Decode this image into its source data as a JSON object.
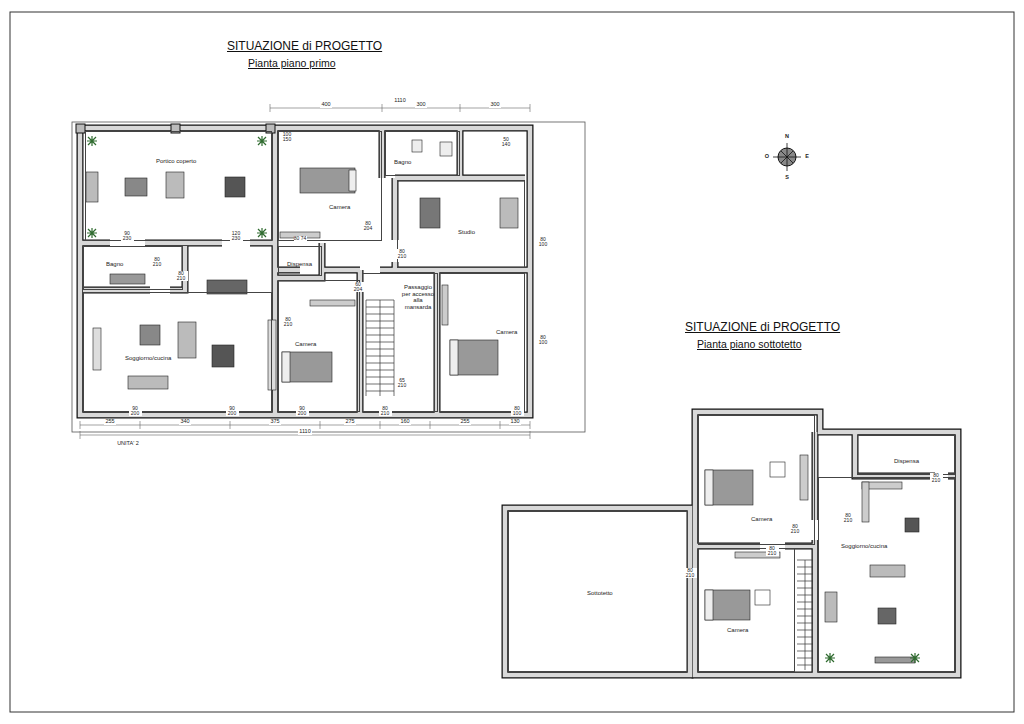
{
  "diagram": {
    "nodes": [
      {
        "text": [
          "Portico coperto"
        ]
      },
      {
        "text": [
          "Camera"
        ]
      },
      {
        "text": [
          "Bagno"
        ]
      },
      {
        "text": [
          "Studio"
        ]
      },
      {
        "text": [
          "Bagno"
        ]
      },
      {
        "text": [
          "Dispensa"
        ]
      },
      {
        "text": [
          "Soggiorno/cucina"
        ]
      },
      {
        "text": [
          "Camera"
        ]
      },
      {
        "text": [
          "Passaggio per accesso alla mansarda"
        ]
      },
      {
        "text": [
          "Camera"
        ]
      },
      {
        "text": [
          "Camera"
        ]
      },
      {
        "text": [
          "Dispensa"
        ]
      },
      {
        "text": [
          "Soggiorno/cucina"
        ]
      },
      {
        "text": [
          "Sottotetto"
        ]
      },
      {
        "text": [
          "Camera"
        ]
      }
    ],
    "labels": [
      "SITUAZIONE di PROGETTO",
      "Pianta piano primo",
      "SITUAZIONE di PROGETTO",
      "Pianta piano sottotetto",
      "N",
      "O",
      "E",
      "S",
      "1110",
      "400",
      "300",
      "300",
      "255",
      "340",
      "375",
      "275",
      "160",
      "255",
      "130",
      "1110",
      "UNITA' 2",
      "90 230",
      "120 230",
      "80 210",
      "80 210",
      "80 204",
      "80 210",
      "100 150",
      "50 140",
      "80 100",
      "80 100",
      "80 74",
      "80 210",
      "60 204",
      "65 210",
      "90 200",
      "90 200",
      "90 200",
      "80 210",
      "80 100",
      "80 210",
      "80 210",
      "80 210",
      "80 210",
      "80 210"
    ]
  }
}
